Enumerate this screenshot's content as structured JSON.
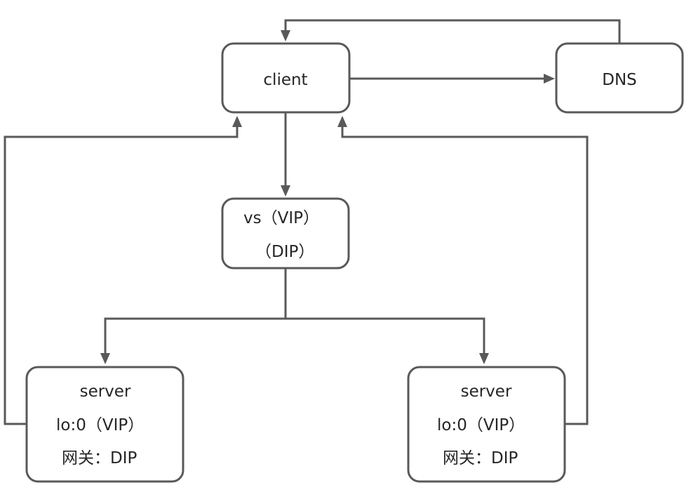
{
  "nodes": {
    "client": {
      "label": "client"
    },
    "dns": {
      "label": "DNS"
    },
    "vs": {
      "line1": "vs（VIP）",
      "line2": "（DIP）"
    },
    "server_left": {
      "line1": "server",
      "line2": "lo:0（VIP）",
      "line3": "网关：DIP"
    },
    "server_right": {
      "line1": "server",
      "line2": "lo:0（VIP）",
      "line3": "网关：DIP"
    }
  },
  "colors": {
    "stroke": "#595959",
    "text": "#262626",
    "background": "#ffffff"
  }
}
